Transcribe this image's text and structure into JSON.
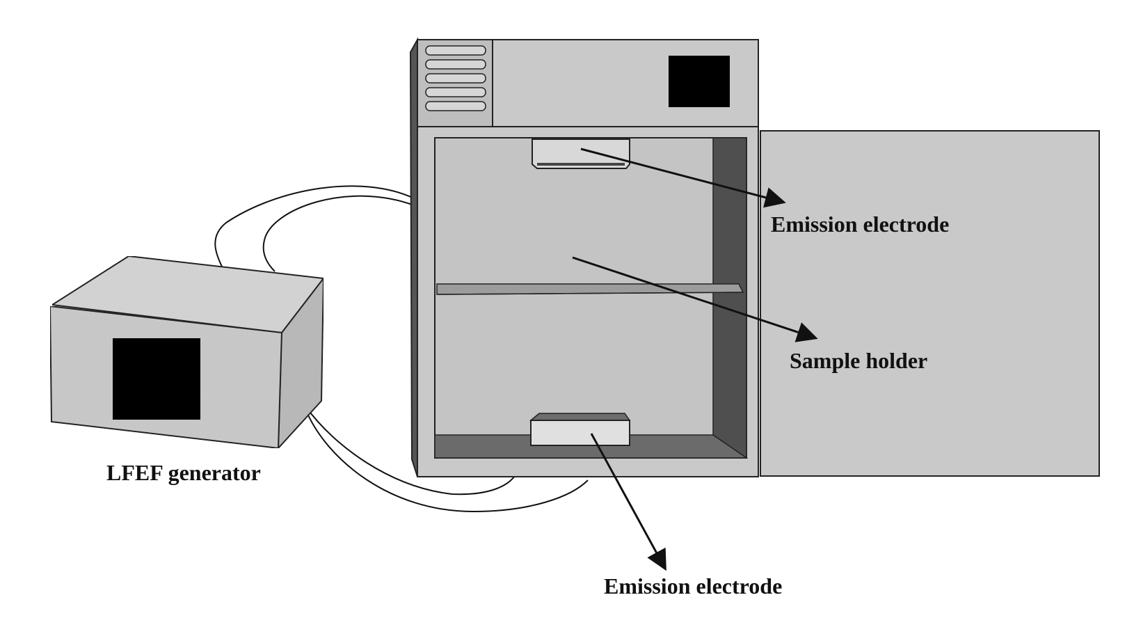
{
  "labels": {
    "top_electrode": "Emission electrode",
    "sample_holder": "Sample holder",
    "generator": "LFEF generator",
    "bottom_electrode": "Emission electrode"
  },
  "colors": {
    "body_gray": "#c9c9c9",
    "dark_gray": "#4f4f4f",
    "screen": "#000000",
    "outline": "#222222"
  }
}
